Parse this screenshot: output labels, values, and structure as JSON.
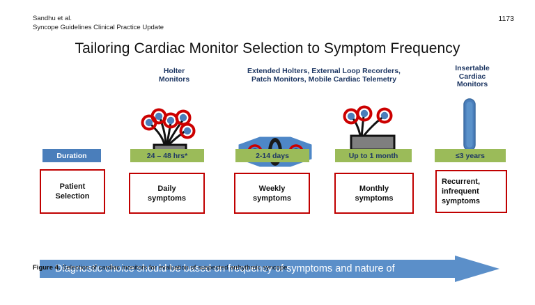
{
  "runhead": {
    "line1": "Sandhu et al.",
    "line2": "Syncope Guidelines Clinical Practice Update",
    "page": "1173"
  },
  "figure": {
    "title": "Tailoring Cardiac Monitor Selection to Symptom Frequency",
    "columns": [
      {
        "id": "duration",
        "header": "",
        "icon": "none",
        "chip": "Duration",
        "chip_color": "#4a7ebb",
        "chip_style": "blue",
        "box": "Patient\nSelection",
        "box_line1": "Patient",
        "box_line2": "Selection",
        "align": "center"
      },
      {
        "id": "holter",
        "header": "Holter\nMonitors",
        "header_line1": "Holter",
        "header_line2": "Monitors",
        "icon": "holter-monitor-icon",
        "chip": "24 – 48 hrs*",
        "chip_color": "#9bbb59",
        "chip_style": "green",
        "box_line1": "Daily",
        "box_line2": "symptoms",
        "align": "center"
      },
      {
        "id": "patch",
        "header_line1": "Extended Holters, External Loop Recorders,",
        "header_line2": "Patch Monitors, Mobile Cardiac Telemetry",
        "icon": "patch-monitor-icon",
        "chip": "2-14 days",
        "chip_color": "#9bbb59",
        "chip_style": "green",
        "box_line1": "Weekly",
        "box_line2": "symptoms",
        "align": "center"
      },
      {
        "id": "loop",
        "header_line1": "",
        "header_line2": "",
        "icon": "loop-recorder-icon",
        "chip": "Up to 1 month",
        "chip_color": "#9bbb59",
        "chip_style": "green",
        "box_line1": "Monthly",
        "box_line2": "symptoms",
        "align": "center"
      },
      {
        "id": "icm",
        "header_line1": "Insertable",
        "header_line2": "Cardiac",
        "header_line3": "Monitors",
        "icon": "insertable-cardiac-monitor-icon",
        "chip": "≤3 years",
        "chip_color": "#9bbb59",
        "chip_style": "green",
        "box_line1": "Recurrent,",
        "box_line2": "infrequent",
        "box_line3": "symptoms",
        "align": "left"
      }
    ],
    "banner": {
      "text": "Diagnostic choice should be based on frequency of symptoms and nature of",
      "color": "#5b8fc9"
    }
  },
  "caption": {
    "label": "Figure 4.",
    "text": "Selection of cardiac monitors for evaluation of suspected arrhythmic syncope."
  },
  "colors": {
    "header_blue": "#1f3864",
    "chip_blue": "#4a7ebb",
    "chip_green": "#9bbb59",
    "box_red": "#c00000",
    "banner_blue": "#5b8fc9",
    "electrode_red": "#cc0000",
    "electrode_blue": "#4a7ebb",
    "device_gray": "#7f7f7f"
  }
}
